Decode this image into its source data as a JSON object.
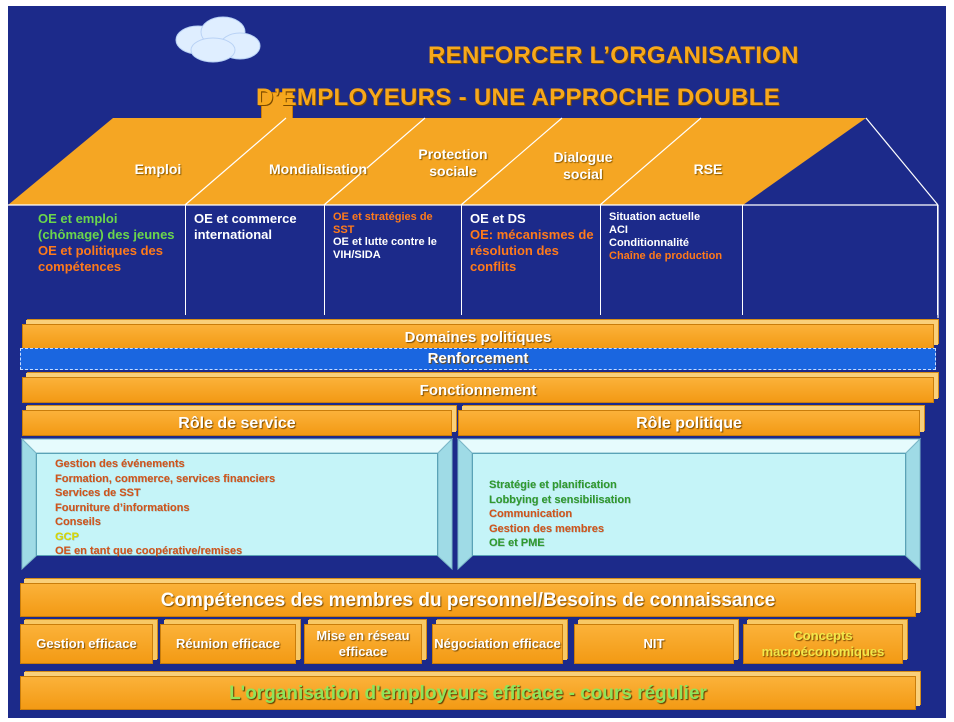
{
  "title": {
    "line1": "RENFORCER L’ORGANISATION",
    "line2": "D’EMPLOYEURS - UNE APPROCHE DOUBLE"
  },
  "roof": {
    "sections": [
      "Emploi",
      "Mondialisation",
      "Protection sociale",
      "Dialogue social",
      "RSE"
    ]
  },
  "columns": [
    {
      "lines": [
        {
          "text": "OE et emploi (chômage) des jeunes",
          "color": "#6bd64b"
        },
        {
          "text": "OE et politiques des compétences",
          "color": "#ff7a1a"
        }
      ]
    },
    {
      "lines": [
        {
          "text": "OE et commerce international",
          "color": "#ffffff"
        }
      ]
    },
    {
      "lines": [
        {
          "text": "OE et stratégies de SST",
          "color": "#ff7a1a"
        },
        {
          "text": "OE et lutte contre le VIH/SIDA",
          "color": "#ffffff"
        }
      ]
    },
    {
      "lines": [
        {
          "text": "OE et DS",
          "color": "#ffffff"
        },
        {
          "text": "OE: mécanismes de résolution des conflits",
          "color": "#ff7a1a"
        }
      ]
    },
    {
      "lines": [
        {
          "text": "Situation actuelle",
          "color": "#ffffff"
        },
        {
          "text": "ACI",
          "color": "#ffffff"
        },
        {
          "text": "Conditionnalité",
          "color": "#ffffff"
        },
        {
          "text": "Chaîne de production",
          "color": "#ff7a1a"
        }
      ]
    }
  ],
  "bars": {
    "domaines": "Domaines politiques",
    "renforcement": "Renforcement",
    "fonctionnement": "Fonctionnement",
    "role_service": "Rôle de service",
    "role_politique": "Rôle politique",
    "competences": "Compétences des membres du personnel/Besoins de connaissance",
    "cours": "L'organisation d'employeurs efficace - cours régulier"
  },
  "service_items": [
    {
      "text": "Gestion des événements",
      "color": "#d2541a"
    },
    {
      "text": "Formation, commerce, services financiers",
      "color": "#d2541a"
    },
    {
      "text": "Services de SST",
      "color": "#d2541a"
    },
    {
      "text": "Fourniture d’informations",
      "color": "#d2541a"
    },
    {
      "text": "Conseils",
      "color": "#d2541a"
    },
    {
      "text": "GCP",
      "color": "#d8d800"
    },
    {
      "text": "OE en tant que coopérative/remises",
      "color": "#d2541a"
    }
  ],
  "politique_items": [
    {
      "text": "Stratégie et planification",
      "color": "#2e9b2e"
    },
    {
      "text": "Lobbying et sensibilisation",
      "color": "#2e9b2e"
    },
    {
      "text": "Communication",
      "color": "#d2541a"
    },
    {
      "text": "Gestion des membres",
      "color": "#d2541a"
    },
    {
      "text": "OE et PME",
      "color": "#2e9b2e"
    }
  ],
  "skills": [
    "Gestion efficace",
    "Réunion efficace",
    "Mise en réseau efficace",
    "Négociation efficace",
    "NIT",
    "Concepts macroéconomiques"
  ],
  "colors": {
    "background": "#1c2a8a",
    "roof": "#f5a623",
    "accent_blue": "#1a66e0",
    "panel": "#c5f4f8",
    "title": "#f7a81b"
  }
}
